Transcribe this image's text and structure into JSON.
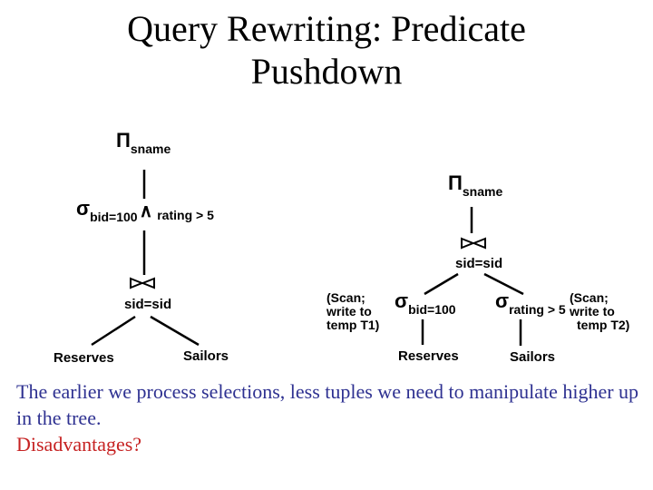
{
  "title": "Query Rewriting: Predicate Pushdown",
  "trees": {
    "left": {
      "projection_symbol": "Π",
      "projection_sub": "sname",
      "selection_symbol": "σ",
      "selection_sub": "bid=100",
      "and_symbol": "∧",
      "selection_cond2": "rating > 5",
      "join_cond": "sid=sid",
      "leaf_left": "Reserves",
      "leaf_right": "Sailors"
    },
    "right": {
      "projection_symbol": "Π",
      "projection_sub": "sname",
      "join_cond": "sid=sid",
      "sel_left_symbol": "σ",
      "sel_left_sub": "bid=100",
      "sel_left_note": [
        "(Scan;",
        "write to",
        "temp T1)"
      ],
      "sel_right_symbol": "σ",
      "sel_right_sub": "rating > 5",
      "sel_right_note": [
        "(Scan;",
        "write to",
        "temp T2)"
      ],
      "leaf_left": "Reserves",
      "leaf_right": "Sailors"
    }
  },
  "notes": {
    "observation": "The earlier we process selections, less tuples we need to manipulate higher up in the tree.",
    "question": "Disadvantages?"
  },
  "colors": {
    "observation_text": "#2E3191",
    "question_text": "#C62222",
    "diagram_ink": "#000000"
  }
}
